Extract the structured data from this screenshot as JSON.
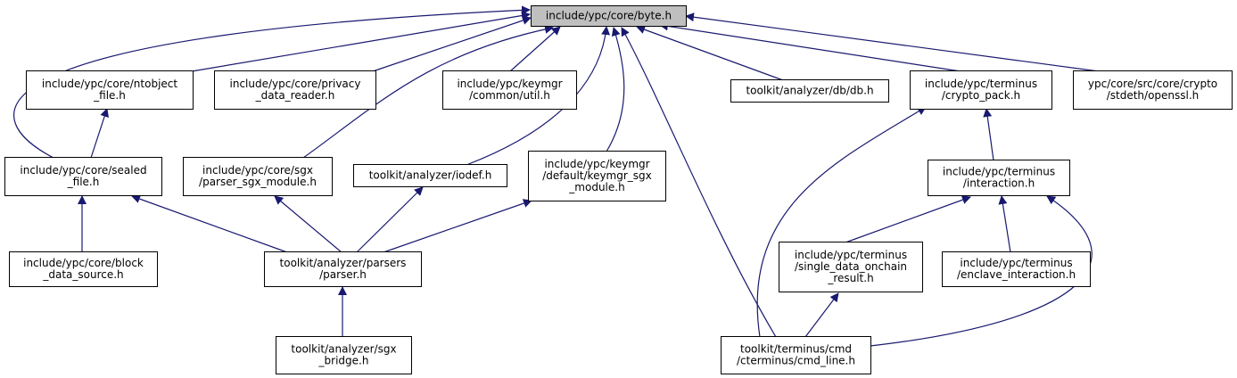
{
  "nodes": [
    {
      "id": "byte",
      "lines": [
        "include/ypc/core/byte.h"
      ],
      "root": true
    },
    {
      "id": "ntobject",
      "lines": [
        "include/ypc/core/ntobject",
        "_file.h"
      ]
    },
    {
      "id": "privacy",
      "lines": [
        "include/ypc/core/privacy",
        "_data_reader.h"
      ]
    },
    {
      "id": "keymgr_util",
      "lines": [
        "include/ypc/keymgr",
        "/common/util.h"
      ]
    },
    {
      "id": "db",
      "lines": [
        "toolkit/analyzer/db/db.h"
      ]
    },
    {
      "id": "crypto_pack",
      "lines": [
        "include/ypc/terminus",
        "/crypto_pack.h"
      ]
    },
    {
      "id": "openssl",
      "lines": [
        "ypc/core/src/core/crypto",
        "/stdeth/openssl.h"
      ]
    },
    {
      "id": "sealed",
      "lines": [
        "include/ypc/core/sealed",
        "_file.h"
      ]
    },
    {
      "id": "parser_sgx",
      "lines": [
        "include/ypc/core/sgx",
        "/parser_sgx_module.h"
      ]
    },
    {
      "id": "iodef",
      "lines": [
        "toolkit/analyzer/iodef.h"
      ]
    },
    {
      "id": "keymgr_sgx",
      "lines": [
        "include/ypc/keymgr",
        "/default/keymgr_sgx",
        "_module.h"
      ]
    },
    {
      "id": "interaction",
      "lines": [
        "include/ypc/terminus",
        "/interaction.h"
      ]
    },
    {
      "id": "block",
      "lines": [
        "include/ypc/core/block",
        "_data_source.h"
      ]
    },
    {
      "id": "parser",
      "lines": [
        "toolkit/analyzer/parsers",
        "/parser.h"
      ]
    },
    {
      "id": "single",
      "lines": [
        "include/ypc/terminus",
        "/single_data_onchain",
        "_result.h"
      ]
    },
    {
      "id": "enclave",
      "lines": [
        "include/ypc/terminus",
        "/enclave_interaction.h"
      ]
    },
    {
      "id": "sgx_bridge",
      "lines": [
        "toolkit/analyzer/sgx",
        "_bridge.h"
      ]
    },
    {
      "id": "cmd_line",
      "lines": [
        "toolkit/terminus/cmd",
        "/cterminus/cmd_line.h"
      ]
    }
  ],
  "edges": [
    {
      "from": "ntobject",
      "to": "byte"
    },
    {
      "from": "privacy",
      "to": "byte"
    },
    {
      "from": "keymgr_util",
      "to": "byte"
    },
    {
      "from": "db",
      "to": "byte"
    },
    {
      "from": "crypto_pack",
      "to": "byte"
    },
    {
      "from": "openssl",
      "to": "byte"
    },
    {
      "from": "sealed",
      "to": "byte"
    },
    {
      "from": "parser_sgx",
      "to": "byte"
    },
    {
      "from": "iodef",
      "to": "byte"
    },
    {
      "from": "keymgr_sgx",
      "to": "byte"
    },
    {
      "from": "cmd_line",
      "to": "byte"
    },
    {
      "from": "sealed",
      "to": "ntobject"
    },
    {
      "from": "block",
      "to": "sealed"
    },
    {
      "from": "parser",
      "to": "sealed"
    },
    {
      "from": "parser",
      "to": "parser_sgx"
    },
    {
      "from": "parser",
      "to": "iodef"
    },
    {
      "from": "parser",
      "to": "keymgr_sgx"
    },
    {
      "from": "sgx_bridge",
      "to": "parser"
    },
    {
      "from": "interaction",
      "to": "crypto_pack"
    },
    {
      "from": "cmd_line",
      "to": "crypto_pack"
    },
    {
      "from": "single",
      "to": "interaction"
    },
    {
      "from": "enclave",
      "to": "interaction"
    },
    {
      "from": "cmd_line",
      "to": "interaction"
    },
    {
      "from": "cmd_line",
      "to": "single"
    }
  ]
}
